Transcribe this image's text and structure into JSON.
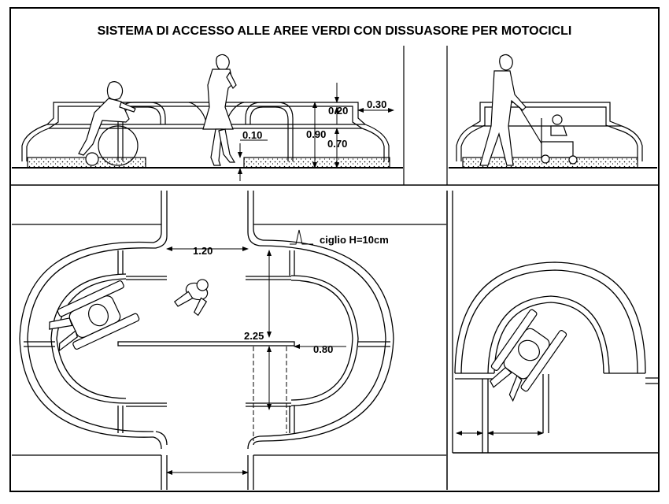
{
  "drawing": {
    "title": "SISTEMA DI ACCESSO ALLE AREE VERDI CON DISSUASORE PER MOTOCICLI",
    "elevation_dims": {
      "rail_gap": "0.20",
      "rail_overhang": "0.30",
      "total_height": "0.90",
      "rail_height": "0.70",
      "curb_height": "0.10"
    },
    "plan_dims": {
      "opening_width": "1.20",
      "inner_length": "2.25",
      "half_width": "0.80"
    },
    "curb_note": "ciglio H=10cm"
  },
  "figures": [
    {
      "icon": "wheelchair-user-icon"
    },
    {
      "icon": "pedestrian-woman-icon"
    },
    {
      "icon": "pedestrian-with-stroller-icon"
    },
    {
      "icon": "wheelchair-plan-icon"
    },
    {
      "icon": "pedestrian-plan-icon"
    }
  ]
}
